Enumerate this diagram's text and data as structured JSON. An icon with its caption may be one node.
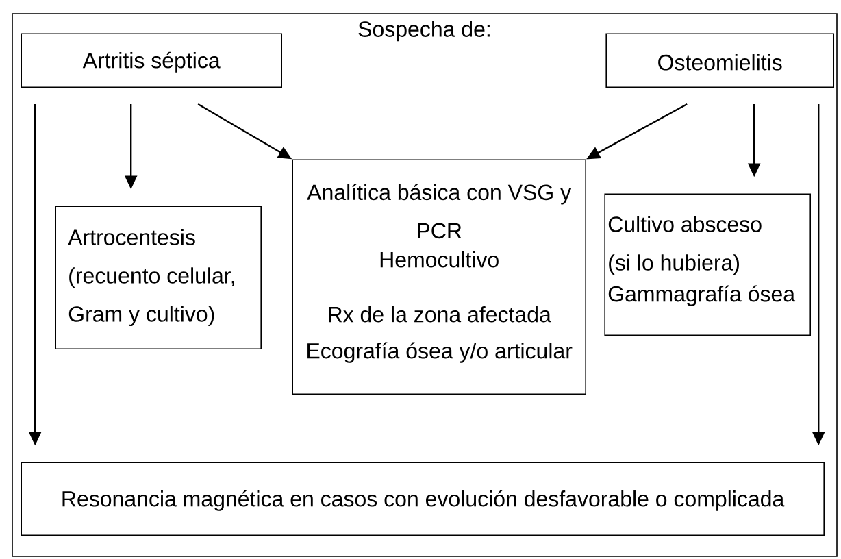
{
  "diagram": {
    "nodes": [
      {
        "text": [
          "Sospecha de:"
        ]
      },
      {
        "text": [
          "Artritis séptica"
        ],
        "in": 0
      },
      {
        "text": [
          "Osteomielitis"
        ],
        "in": 0
      },
      {
        "text": [
          "Artrocentesis (recuento celular, Gram y cultivo)"
        ],
        "in": 0
      },
      {
        "text": [
          "Analítica básica con VSG y PCR",
          "Hemocultivo",
          "Rx de la zona afectada",
          "Ecografía ósea y/o articular"
        ],
        "in": 0
      },
      {
        "text": [
          "Cultivo absceso (si lo hubiera)",
          "Gammagrafía ósea"
        ],
        "in": 0
      },
      {
        "text": [
          "Resonancia magnética en casos con evolución desfavorable o complicada"
        ],
        "in": 0
      }
    ],
    "edges": [
      {
        "from": 1,
        "to": 3,
        "arrow": "to"
      },
      {
        "from": 1,
        "to": 4,
        "arrow": "to"
      },
      {
        "from": 2,
        "to": 4,
        "arrow": "to"
      },
      {
        "from": 2,
        "to": 5,
        "arrow": "to"
      },
      {
        "from": 1,
        "to": 6,
        "arrow": "to"
      },
      {
        "from": 2,
        "to": 6,
        "arrow": "to"
      }
    ]
  }
}
